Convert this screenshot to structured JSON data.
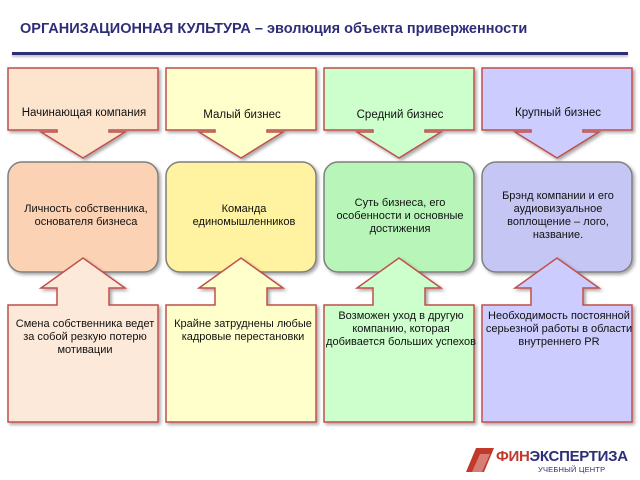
{
  "title": {
    "main": "ОРГАНИЗАЦИОННАЯ КУЛЬТУРА",
    "rest": " – эволюция объекта приверженности"
  },
  "columns": [
    {
      "stage": "Начинающая компания",
      "object": "Личность собственника, основателя бизнеса",
      "risk": "Смена собственника ведет за собой резкую потерю мотивации",
      "color_light": "#fde9d9",
      "color_mid": "#fbd2b4",
      "color_stroke": "#c0504d",
      "color_top": "#fde4cc"
    },
    {
      "stage": "Малый бизнес",
      "object": "Команда единомышленников",
      "risk": "Крайне затруднены любые кадровые перестановки",
      "color_light": "#ffffcc",
      "color_mid": "#fff2a0",
      "color_stroke": "#c0504d",
      "color_top": "#ffffcc"
    },
    {
      "stage": "Средний бизнес",
      "object": "Суть бизнеса, его особенности и основные достижения",
      "risk": "Возможен уход в другую компанию, которая добивается больших успехов",
      "color_light": "#ccffcc",
      "color_mid": "#b8f5b8",
      "color_stroke": "#c0504d",
      "color_top": "#ccffcc"
    },
    {
      "stage": "Крупный бизнес",
      "object": "Брэнд компании и его аудиовизуальное воплощение – лого, название.",
      "risk": "Необходимость постоянной серьезной работы в области внутреннего PR",
      "color_light": "#ccccff",
      "color_mid": "#c6c6f5",
      "color_stroke": "#c0504d",
      "color_top": "#ccccff"
    }
  ],
  "logo": {
    "brand_a": "ФИН",
    "brand_b": "ЭКСПЕРТИЗА",
    "sub": "УЧЕБНЫЙ ЦЕНТР"
  }
}
